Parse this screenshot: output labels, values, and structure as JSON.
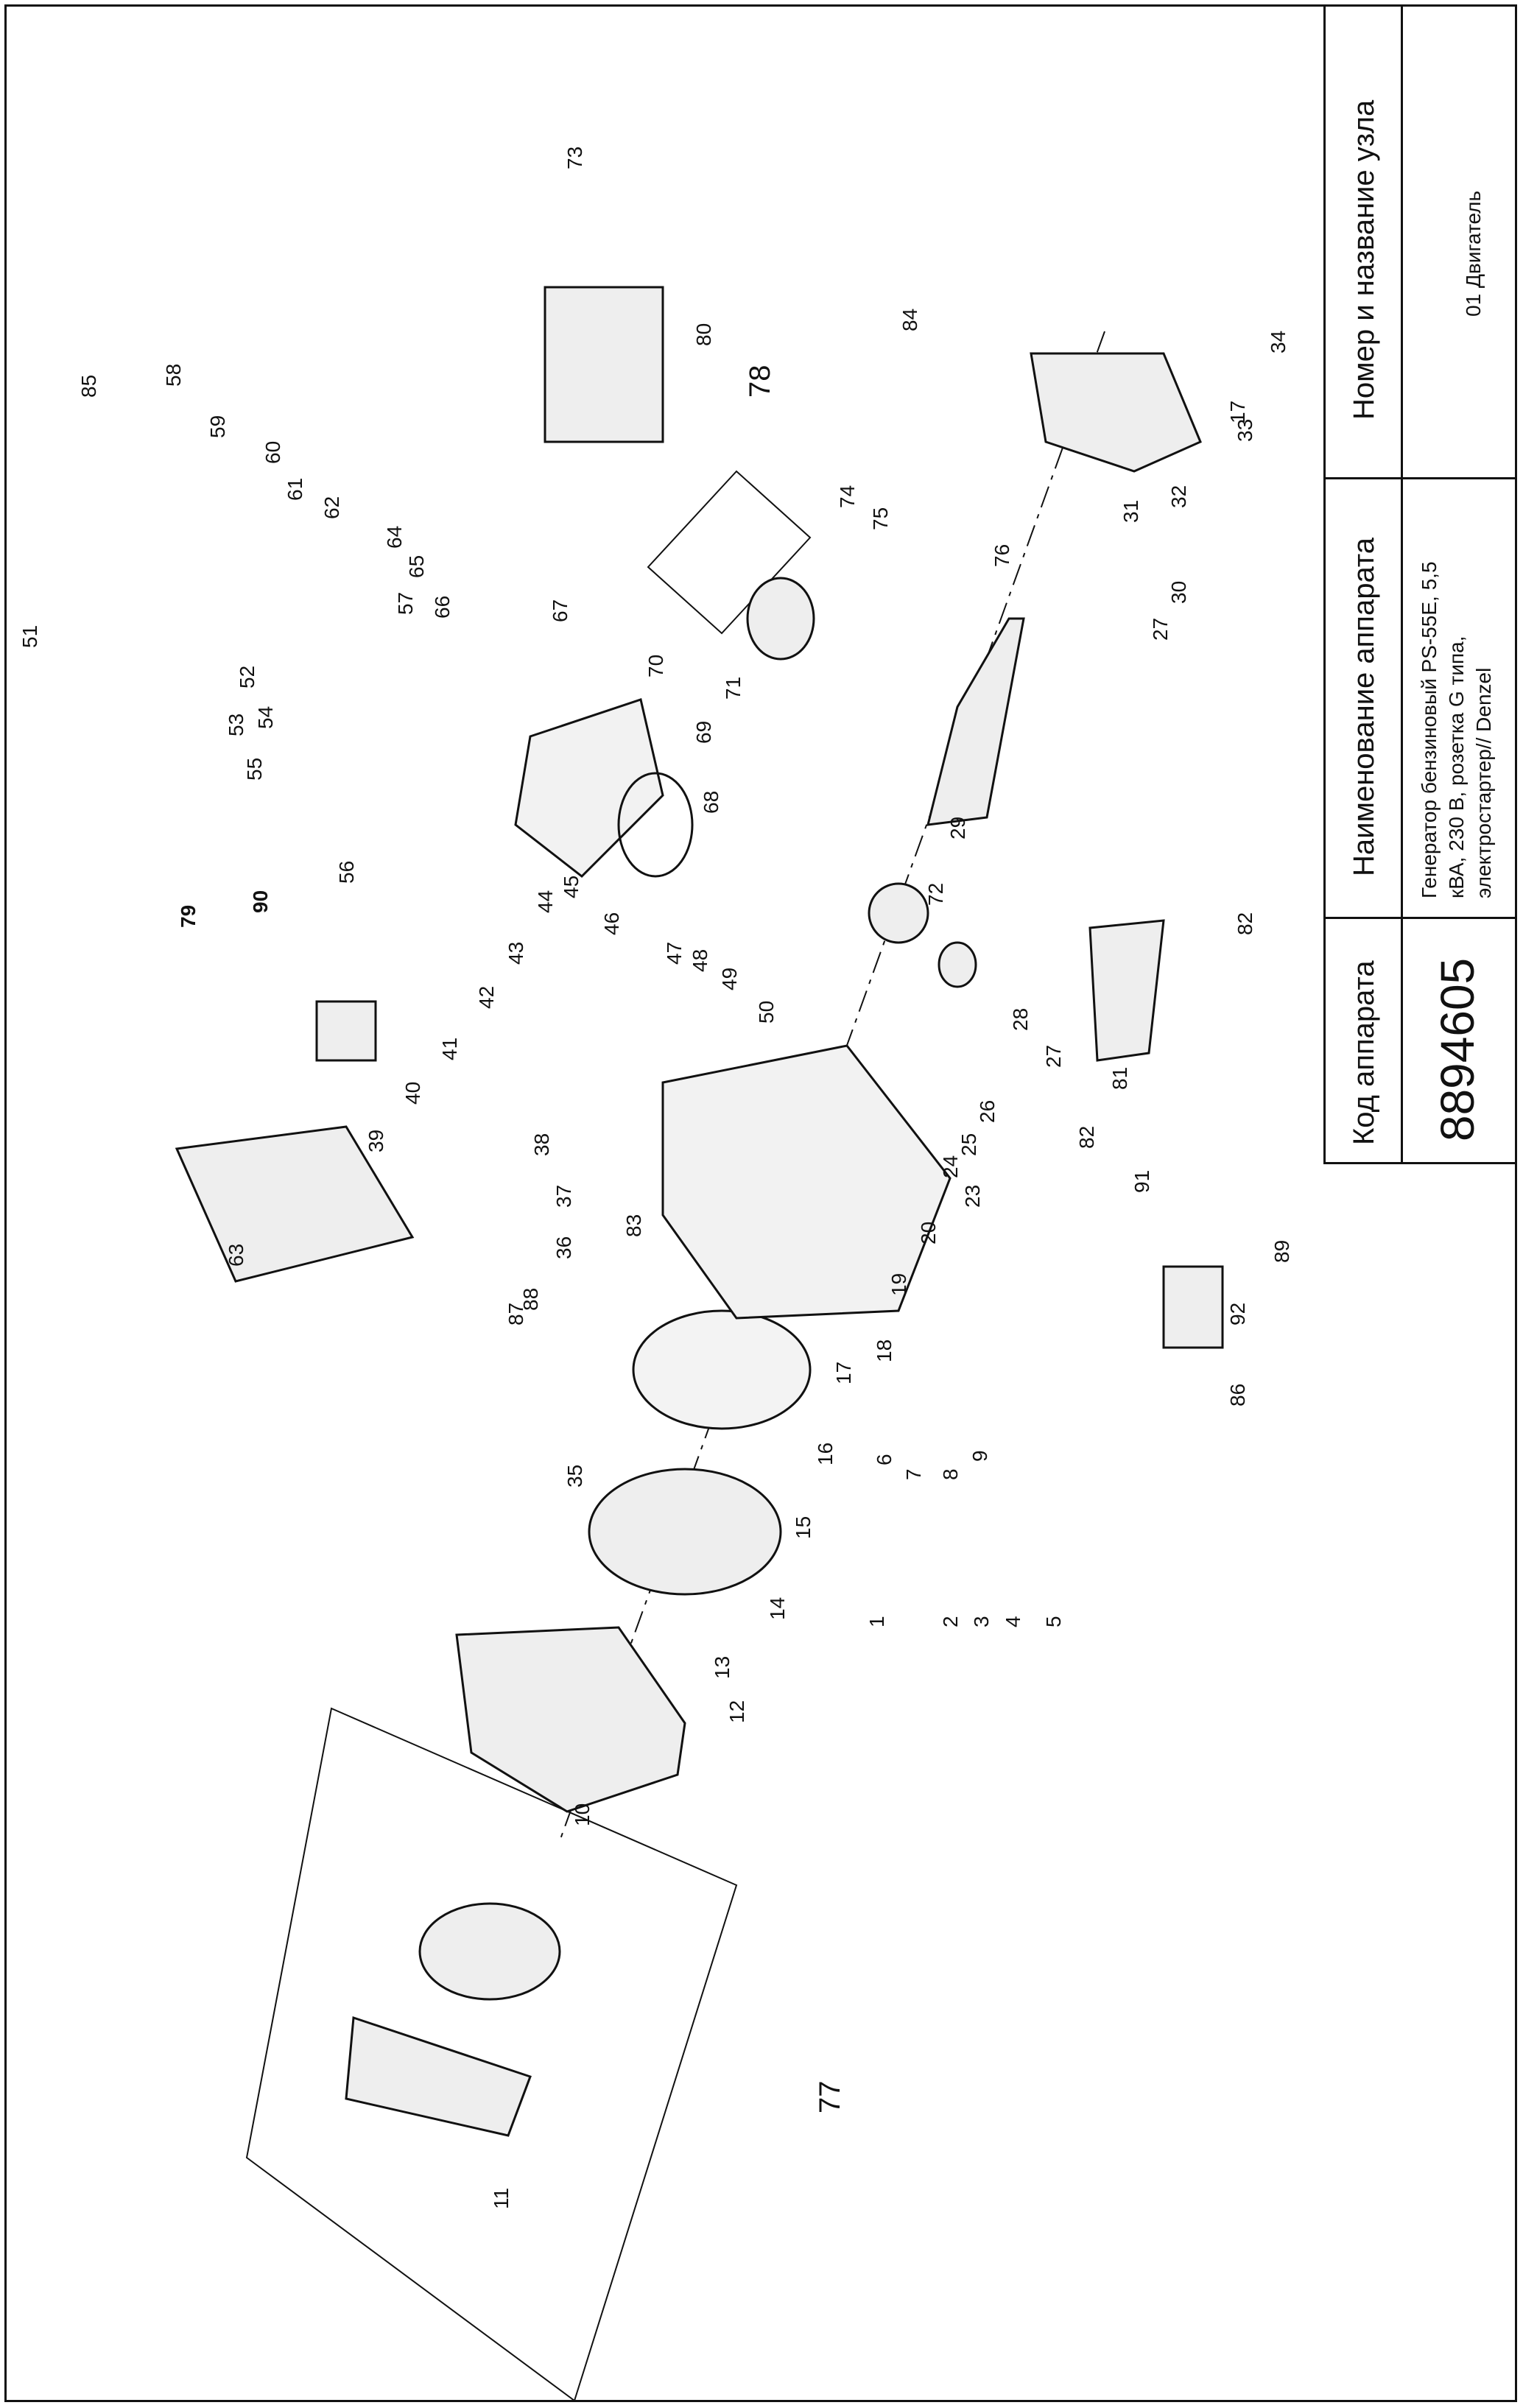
{
  "title_block": {
    "code_header": "Код аппарата",
    "code_value": "8894605",
    "name_header": "Наименование аппарата",
    "name_value_lines": [
      "Генератор бензиновый PS-55E, 5,5",
      "кВА, 230 В, розетка G типа,",
      "электростартер// Denzel"
    ],
    "unit_header": "Номер и название узла",
    "unit_value": "01 Двигатель"
  },
  "callouts": {
    "1": "1",
    "2": "2",
    "3": "3",
    "4": "4",
    "5": "5",
    "6": "6",
    "7": "7",
    "8": "8",
    "9": "9",
    "10": "10",
    "11": "11",
    "12": "12",
    "13": "13",
    "14": "14",
    "15": "15",
    "16": "16",
    "17a": "17",
    "17b": "17",
    "18": "18",
    "19": "19",
    "20": "20",
    "23": "23",
    "24": "24",
    "25": "25",
    "26": "26",
    "27a": "27",
    "27b": "27",
    "28": "28",
    "29": "29",
    "30": "30",
    "31": "31",
    "32": "32",
    "33": "33",
    "34": "34",
    "35": "35",
    "36": "36",
    "37": "37",
    "38": "38",
    "39": "39",
    "40": "40",
    "41": "41",
    "42": "42",
    "43": "43",
    "44": "44",
    "45": "45",
    "46": "46",
    "47": "47",
    "48": "48",
    "49": "49",
    "50": "50",
    "51": "51",
    "52": "52",
    "53": "53",
    "54": "54",
    "55": "55",
    "56": "56",
    "57": "57",
    "58": "58",
    "59": "59",
    "60": "60",
    "61": "61",
    "62": "62",
    "63": "63",
    "64": "64",
    "65": "65",
    "66": "66",
    "67": "67",
    "68": "68",
    "69": "69",
    "70": "70",
    "71": "71",
    "72": "72",
    "73": "73",
    "74": "74",
    "75": "75",
    "76": "76",
    "77": "77",
    "78": "78",
    "79": "79",
    "80": "80",
    "81": "81",
    "82a": "82",
    "82b": "82",
    "83": "83",
    "84": "84",
    "85": "85",
    "86": "86",
    "87": "87",
    "88": "88",
    "89": "89",
    "90": "90",
    "91": "91",
    "92": "92"
  }
}
